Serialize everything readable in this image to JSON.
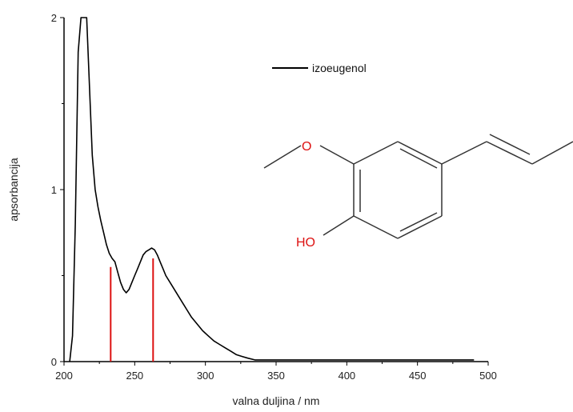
{
  "chart_data": {
    "type": "line",
    "title": "",
    "xlabel": "valna duljina / nm",
    "ylabel": "apsorbancija",
    "xlim": [
      200,
      500
    ],
    "ylim": [
      0,
      2
    ],
    "x_ticks": [
      "200",
      "250",
      "300",
      "350",
      "400",
      "450",
      "500"
    ],
    "y_ticks": [
      "0",
      "1",
      "2"
    ],
    "grid": false,
    "legend_position": "top-right",
    "series": [
      {
        "name": "izoeugenol",
        "color": "#000000",
        "x": [
          204,
          206,
          208,
          210,
          212,
          214,
          216,
          218,
          220,
          222,
          224,
          226,
          228,
          230,
          232,
          234,
          236,
          238,
          240,
          242,
          244,
          246,
          248,
          250,
          252,
          254,
          256,
          258,
          260,
          262,
          264,
          266,
          268,
          270,
          272,
          275,
          278,
          281,
          284,
          287,
          290,
          294,
          298,
          302,
          306,
          310,
          314,
          318,
          322,
          326,
          330,
          335,
          340,
          350,
          360,
          380,
          400,
          420,
          440,
          460,
          480,
          490
        ],
        "values": [
          0.0,
          0.15,
          0.8,
          1.8,
          2.0,
          2.0,
          2.0,
          1.6,
          1.2,
          1.0,
          0.9,
          0.82,
          0.75,
          0.68,
          0.63,
          0.6,
          0.58,
          0.52,
          0.46,
          0.42,
          0.4,
          0.42,
          0.46,
          0.5,
          0.54,
          0.58,
          0.62,
          0.64,
          0.65,
          0.66,
          0.65,
          0.62,
          0.58,
          0.54,
          0.5,
          0.46,
          0.42,
          0.38,
          0.34,
          0.3,
          0.26,
          0.22,
          0.18,
          0.15,
          0.12,
          0.1,
          0.08,
          0.06,
          0.04,
          0.03,
          0.02,
          0.01,
          0.01,
          0.01,
          0.01,
          0.01,
          0.01,
          0.01,
          0.01,
          0.01,
          0.01,
          0.01
        ]
      }
    ],
    "markers": [
      {
        "x": 233,
        "y": 0.55,
        "color": "#dd1111"
      },
      {
        "x": 263,
        "y": 0.6,
        "color": "#dd1111"
      }
    ],
    "annotations": [
      {
        "label": "O",
        "color": "#dd1111"
      },
      {
        "label": "HO",
        "color": "#dd1111"
      }
    ]
  }
}
